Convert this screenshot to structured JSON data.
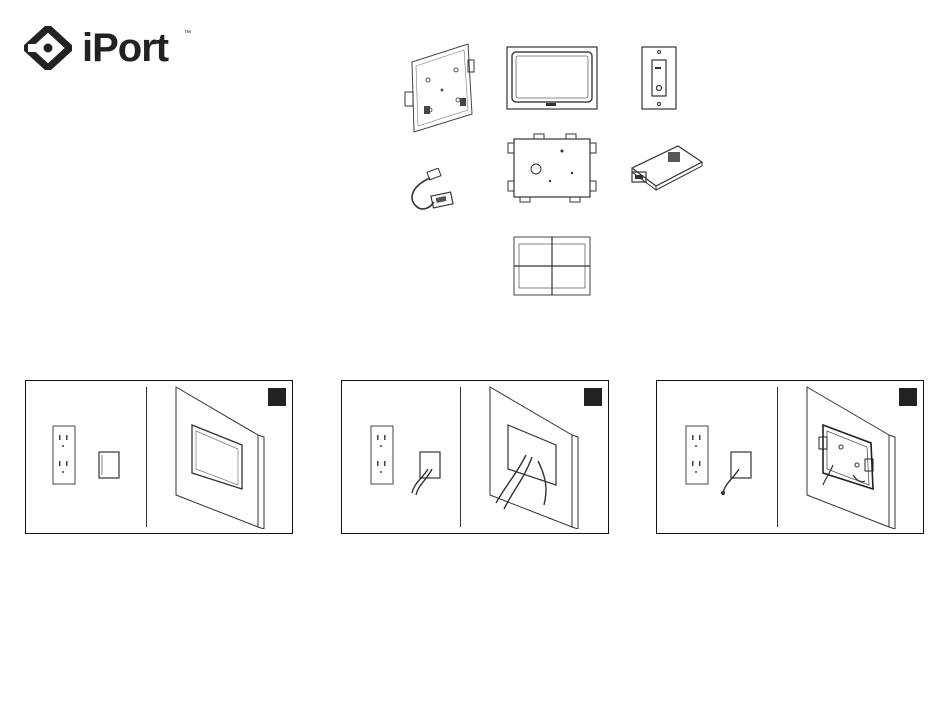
{
  "brand": {
    "logo_text": "iPort",
    "trademark": "™",
    "logo_icon": "iport-diamond-logo-icon"
  },
  "parts": [
    {
      "name": "mounting-bracket",
      "icon": "mounting-bracket-icon"
    },
    {
      "name": "tablet-case",
      "icon": "tablet-case-icon"
    },
    {
      "name": "wall-plate",
      "icon": "wall-plate-icon"
    },
    {
      "name": "ethernet-cable",
      "icon": "ethernet-cable-icon"
    },
    {
      "name": "back-box",
      "icon": "back-box-icon"
    },
    {
      "name": "circuit-board",
      "icon": "circuit-board-icon"
    },
    {
      "name": "cutout-template",
      "icon": "cutout-template-icon"
    }
  ],
  "steps": [
    {
      "illustration": "wall-cutout-illustration"
    },
    {
      "illustration": "cable-routing-illustration"
    },
    {
      "illustration": "bracket-install-illustration"
    }
  ]
}
